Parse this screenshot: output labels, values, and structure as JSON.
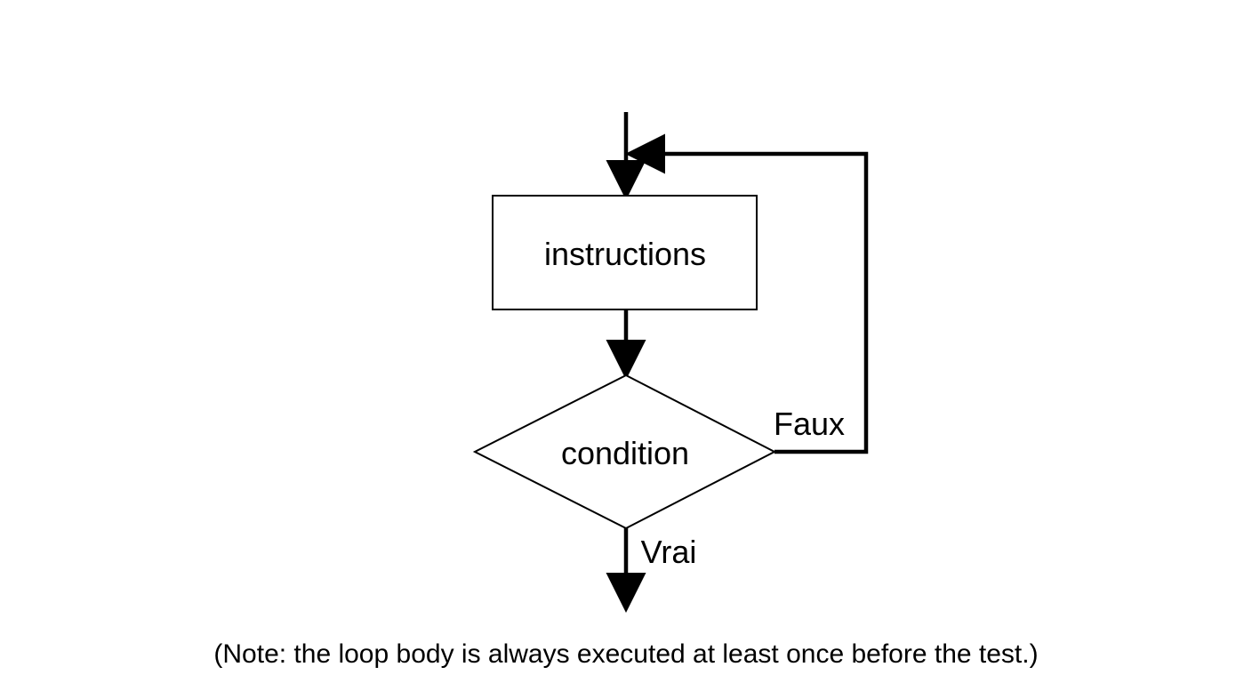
{
  "diagram": {
    "process_box": {
      "label": "instructions"
    },
    "decision": {
      "label": "condition"
    },
    "edges": {
      "false_label": "Faux",
      "true_label": "Vrai"
    }
  },
  "caption": {
    "text": "(Note: the loop body is always executed at least once before the test.)"
  },
  "colors": {
    "stroke": "#000000",
    "background": "#ffffff"
  }
}
